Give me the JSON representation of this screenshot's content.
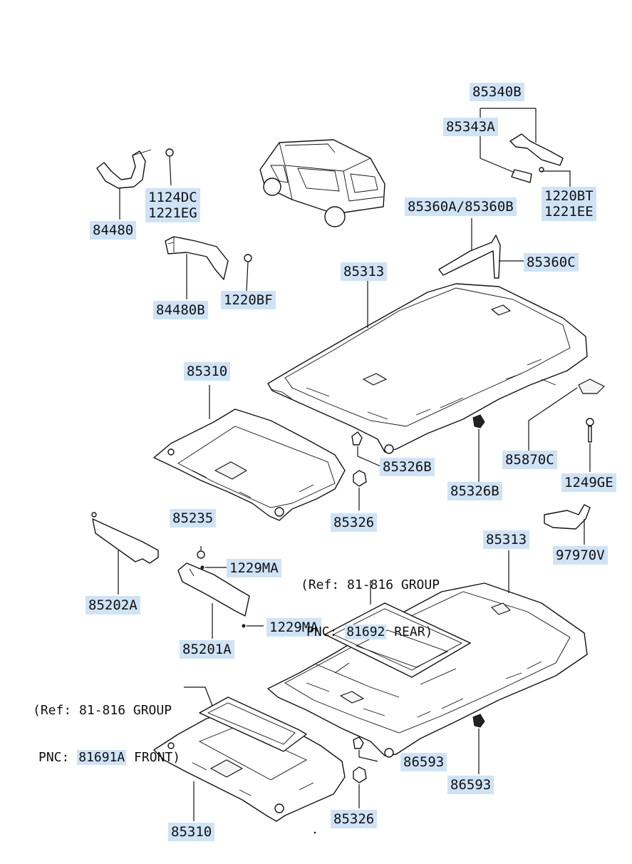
{
  "labels": {
    "p85340B": "85340B",
    "p85343A": "85343A",
    "p1220BT": "1220BT\n1221EE",
    "p1124DC": "1124DC\n1221EG",
    "p84480": "84480",
    "p85360A": "85360A/85360B",
    "p85360C": "85360C",
    "p84480B": "84480B",
    "p1220BF": "1220BF",
    "p85313a": "85313",
    "p85310a": "85310",
    "p85326Ba": "85326B",
    "p85870C": "85870C",
    "p1249GE": "1249GE",
    "p85326Bb": "85326B",
    "p85326a": "85326",
    "p85235": "85235",
    "p1229MAa": "1229MA",
    "p85313b": "85313",
    "p97970V": "97970V",
    "p85202A": "85202A",
    "p1229MAb": "1229MA",
    "p85201A": "85201A",
    "p86593a": "86593",
    "p86593b": "86593",
    "p85326b": "85326",
    "p85310b": "85310"
  },
  "refs": {
    "rear_line1": "(Ref: 81-816 GROUP",
    "rear_pre": "PNC: ",
    "rear_pnc": "81692",
    "rear_post": " REAR)",
    "front_line1": "(Ref: 81-816 GROUP",
    "front_pre": "PNC: ",
    "front_pnc": "81691A",
    "front_post": " FRONT)"
  }
}
